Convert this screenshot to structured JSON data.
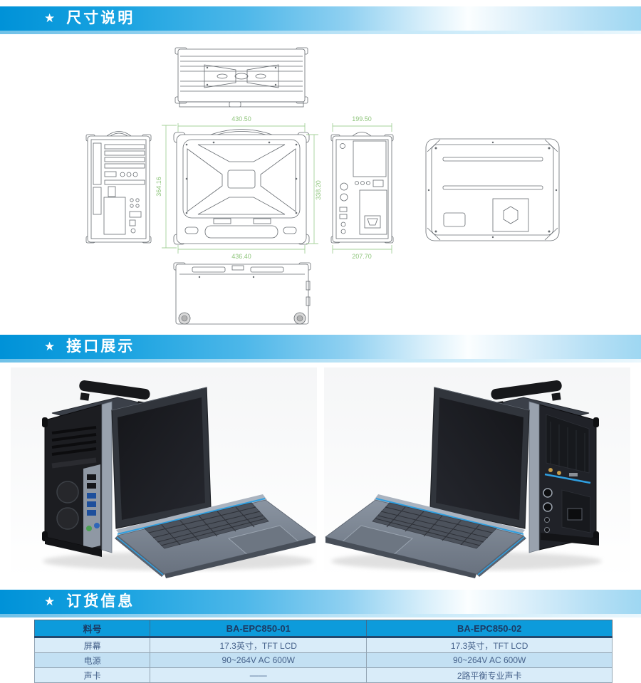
{
  "sections": [
    {
      "star": "★",
      "title": "尺寸说明"
    },
    {
      "star": "★",
      "title": "接口展示"
    },
    {
      "star": "★",
      "title": "订货信息"
    }
  ],
  "dimension_labels": {
    "front_width_top": "430.50",
    "front_width_bottom": "436.40",
    "front_height_left": "364.16",
    "front_height_right": "338.20",
    "side_width_top": "199.50",
    "side_width_bottom": "207.70"
  },
  "ordering_table": {
    "header": [
      "料号",
      "BA-EPC850-01",
      "BA-EPC850-02"
    ],
    "rows": [
      [
        "屏幕",
        "17.3英寸，TFT LCD",
        "17.3英寸，TFT LCD"
      ],
      [
        "电源",
        "90~264V AC 600W",
        "90~264V AC 600W"
      ],
      [
        "声卡",
        "——",
        "2路平衡专业声卡"
      ]
    ]
  },
  "colors": {
    "banner_blue": "#0092d8",
    "banner_light": "#9ed7f2",
    "table_header_bg": "#0d9bdb",
    "table_header_text": "#1c3a63",
    "row_light": "#d9ecf9",
    "row_medium": "#c3e0f3",
    "body_text": "#46628b",
    "dimension_green": "#8fc57c",
    "accent_blue_line": "#2f9fe0"
  }
}
